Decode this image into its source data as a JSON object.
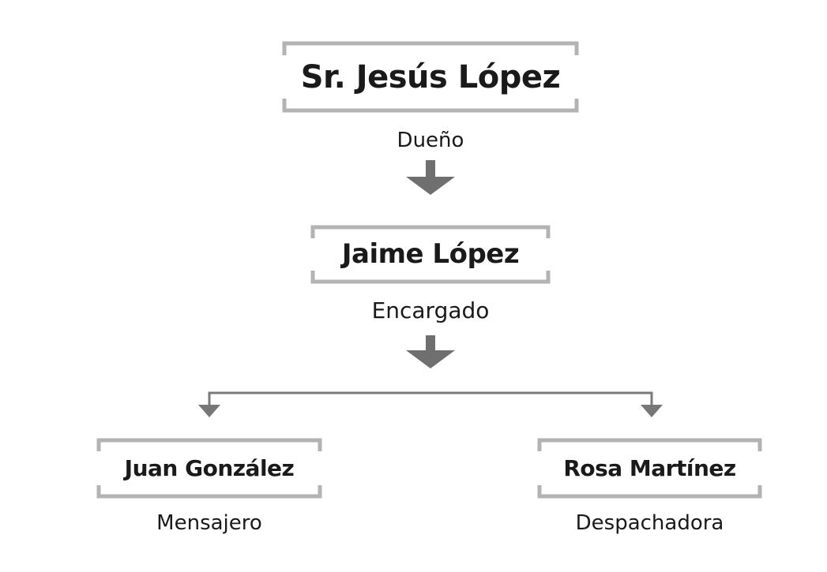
{
  "org_chart": {
    "top": {
      "name": "Sr. Jesús López",
      "role": "Dueño"
    },
    "middle": {
      "name": "Jaime López",
      "role": "Encargado"
    },
    "reports": [
      {
        "name": "Juan González",
        "role": "Mensajero"
      },
      {
        "name": "Rosa Martínez",
        "role": "Despachadora"
      }
    ]
  },
  "colors": {
    "bracket": "#b3b3b3",
    "arrow": "#6f6f6f",
    "text": "#1a1a1a"
  }
}
